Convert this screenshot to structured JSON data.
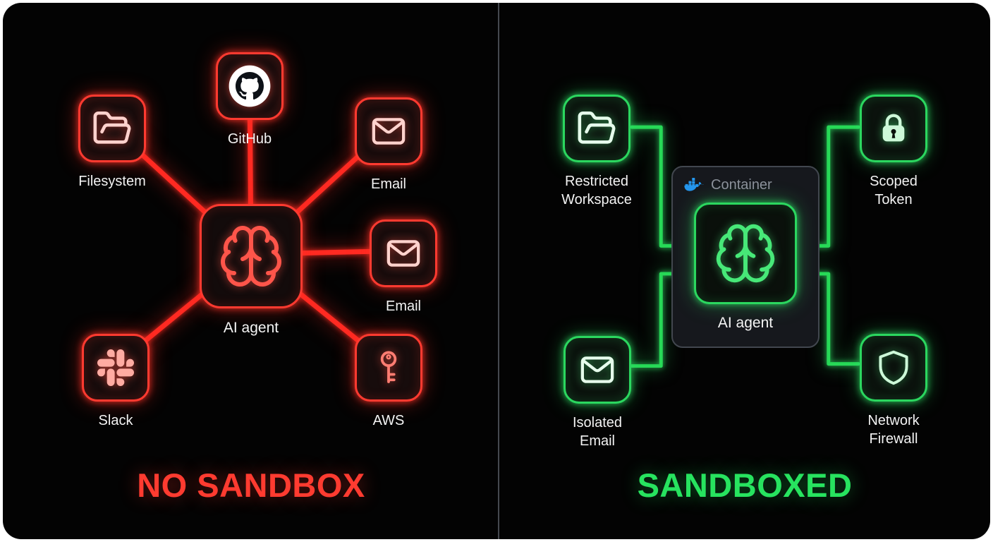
{
  "left_panel": {
    "title": "NO SANDBOX",
    "accent_color": "#ff3b30",
    "agent": {
      "label": "AI agent",
      "icon": "brain-icon"
    },
    "nodes": [
      {
        "label": "Filesystem",
        "icon": "folder-open-icon"
      },
      {
        "label": "GitHub",
        "icon": "github-icon"
      },
      {
        "label": "Email",
        "icon": "envelope-icon"
      },
      {
        "label": "Email",
        "icon": "envelope-icon"
      },
      {
        "label": "AWS",
        "icon": "key-icon"
      },
      {
        "label": "Slack",
        "icon": "slack-icon"
      }
    ]
  },
  "right_panel": {
    "title": "SANDBOXED",
    "accent_color": "#27e35f",
    "container": {
      "label": "Container",
      "icon": "docker-icon"
    },
    "agent": {
      "label": "AI agent",
      "icon": "brain-icon"
    },
    "nodes": [
      {
        "label": "Restricted Workspace",
        "icon": "folder-open-icon"
      },
      {
        "label": "Scoped Token",
        "icon": "lock-icon"
      },
      {
        "label": "Isolated Email",
        "icon": "envelope-icon"
      },
      {
        "label": "Network Firewall",
        "icon": "shield-icon"
      }
    ]
  }
}
